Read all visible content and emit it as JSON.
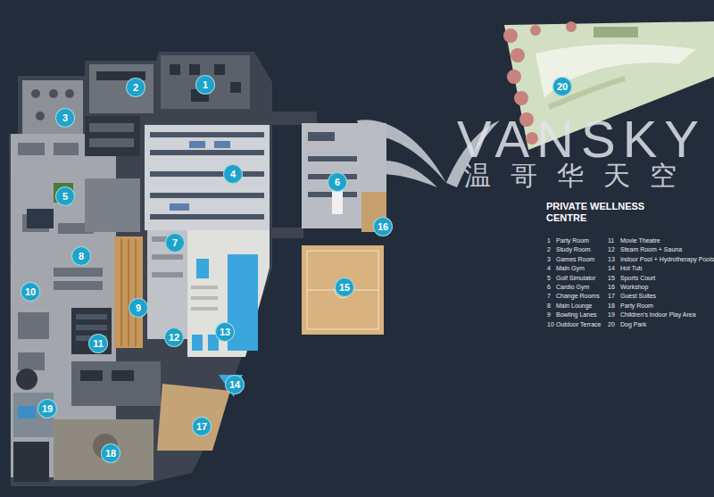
{
  "diagram": {
    "title": "PRIVATE WELLNESS CENTRE",
    "nodes": [
      {
        "text": [
          "1"
        ]
      },
      {
        "text": [
          "2"
        ]
      },
      {
        "text": [
          "3"
        ]
      },
      {
        "text": [
          "4"
        ]
      },
      {
        "text": [
          "5"
        ]
      },
      {
        "text": [
          "6"
        ]
      },
      {
        "text": [
          "7"
        ]
      },
      {
        "text": [
          "8"
        ]
      },
      {
        "text": [
          "9"
        ]
      },
      {
        "text": [
          "10"
        ]
      },
      {
        "text": [
          "11"
        ]
      },
      {
        "text": [
          "12"
        ]
      },
      {
        "text": [
          "13"
        ]
      },
      {
        "text": [
          "14"
        ]
      },
      {
        "text": [
          "15"
        ]
      },
      {
        "text": [
          "16"
        ]
      },
      {
        "text": [
          "17"
        ]
      },
      {
        "text": [
          "18"
        ]
      },
      {
        "text": [
          "19"
        ]
      },
      {
        "text": [
          "20"
        ]
      }
    ],
    "labels": [
      "VANSKY",
      "温哥华天空",
      "1",
      "Party Room",
      "2",
      "Study Room",
      "3",
      "Games Room",
      "4",
      "Main Gym",
      "5",
      "Golf Simulator",
      "6",
      "Cardio Gym",
      "7",
      "Change Rooms",
      "8",
      "Main Lounge",
      "9",
      "Bowling Lanes",
      "10",
      "Outdoor Terrace",
      "11",
      "Movie Theatre",
      "12",
      "Steam Room + Sauna",
      "13",
      "Indoor Pool + Hydrotherapy Pools",
      "14",
      "Hot Tub",
      "15",
      "Sports Court",
      "16",
      "Workshop",
      "17",
      "Guest Suites",
      "18",
      "Party Room",
      "19",
      "Children's Indoor Play Area",
      "20",
      "Dog Park"
    ]
  }
}
